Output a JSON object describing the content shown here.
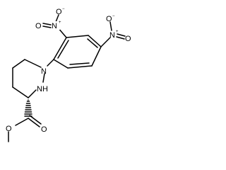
{
  "molecule": {
    "labels": {
      "nitro1_o_left": "O",
      "nitro1_n": "N",
      "nitro1_charge": "+",
      "nitro1_o_bottom": "O",
      "nitro1_o_bottom_charge": "−",
      "nitro2_n": "N",
      "nitro2_charge": "+",
      "nitro2_o_top": "O",
      "nitro2_o_top_charge": "−",
      "nitro2_o_right": "O",
      "ring_n1": "N",
      "ring_nh": "NH",
      "ester_o_single": "O",
      "ester_o_double": "O"
    }
  }
}
